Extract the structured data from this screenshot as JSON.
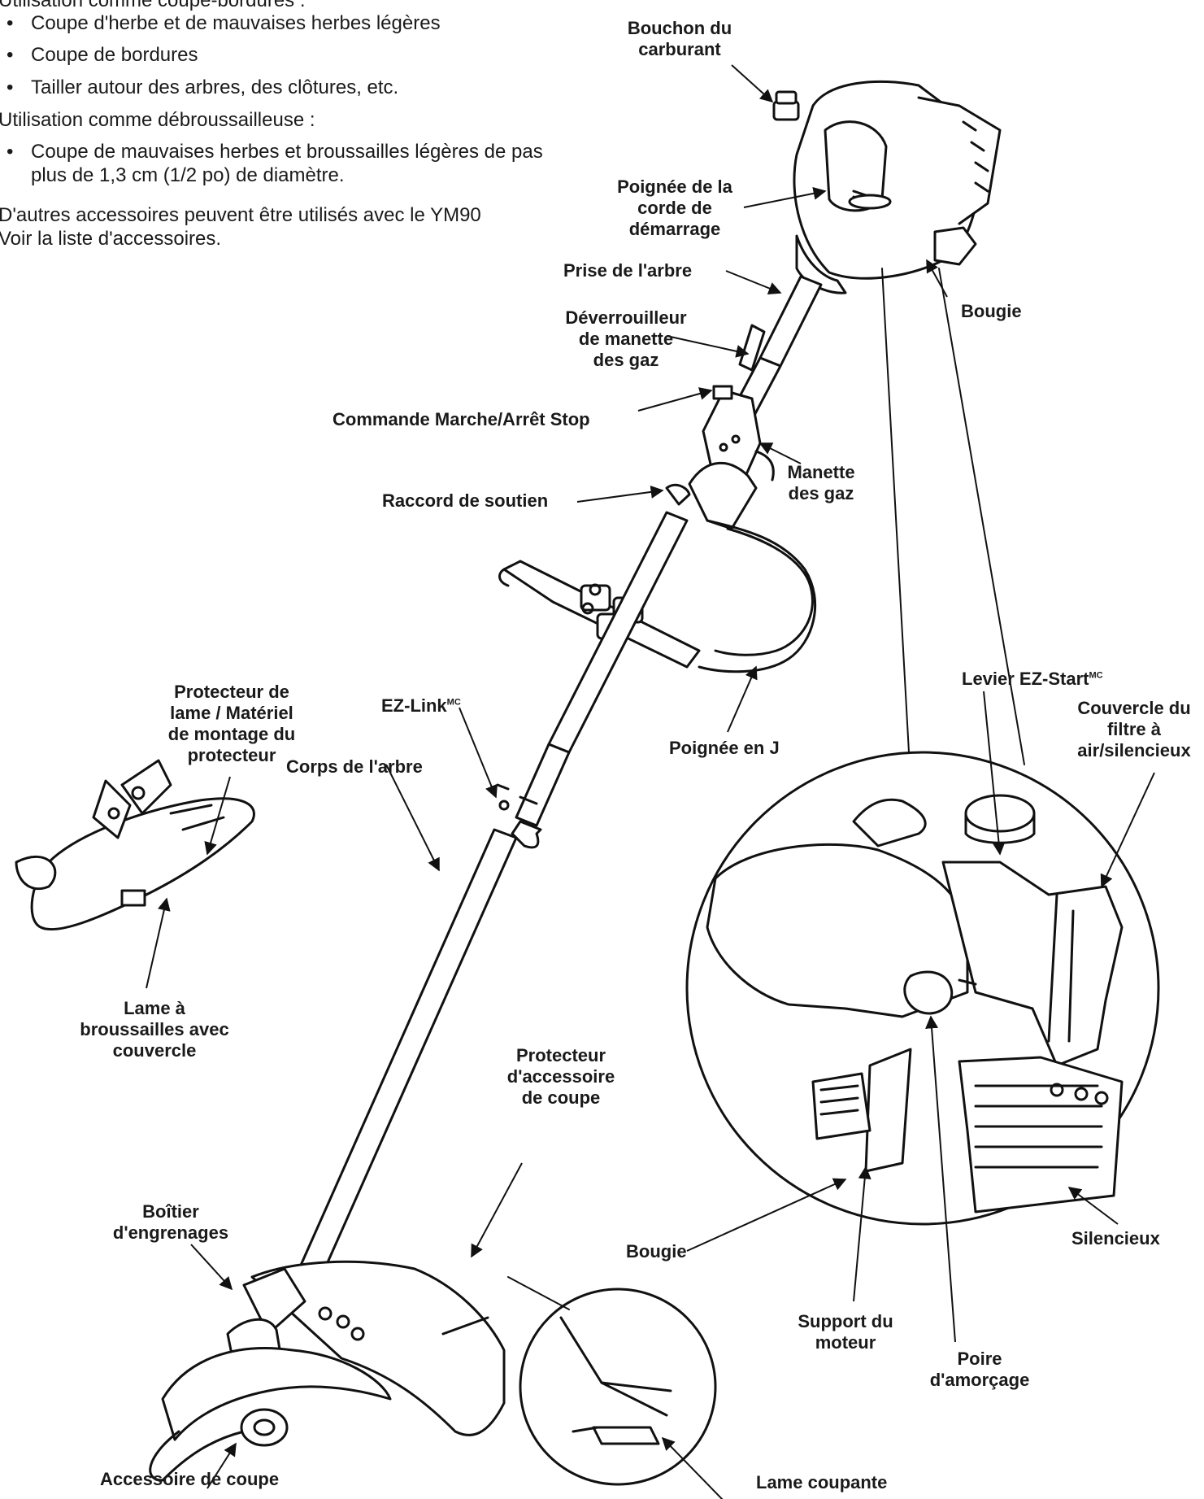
{
  "intro": {
    "trimmer_heading": "Utilisation comme coupe-bordures :",
    "trimmer_uses": [
      "Coupe d'herbe et de mauvaises herbes légères",
      "Coupe de bordures",
      "Tailler autour des arbres, des clôtures, etc."
    ],
    "brush_heading": "Utilisation comme débroussailleuse  :",
    "brush_uses": [
      "Coupe de mauvaises herbes et broussailles légères de pas plus de 1,3  cm (1/2 po) de diamètre."
    ],
    "accessories_line1": "D'autres accessoires peuvent être utilisés avec le YM90",
    "accessories_line2": "Voir la liste d'accessoires.",
    "bullet_glyph": "•"
  },
  "labels": {
    "fuel_cap": [
      "Bouchon du",
      "carburant"
    ],
    "starter_rope": [
      "Poignée de la",
      "corde de",
      "démarrage"
    ],
    "shaft_socket": "Prise de l'arbre",
    "spark_plug_top": "Bougie",
    "throttle_lockout": [
      "Déverrouilleur",
      "de manette",
      "des gaz"
    ],
    "on_off_switch": "Commande Marche/Arrêt Stop",
    "throttle": [
      "Manette",
      "des gaz"
    ],
    "support_fitting": "Raccord de soutien",
    "j_handle": "Poignée en J",
    "ez_link": "EZ-Link",
    "mc_mark": "MC",
    "shaft_body": "Corps de l'arbre",
    "blade_guard": [
      "Protecteur de",
      "lame / Matériel",
      "de montage du",
      "protecteur"
    ],
    "brush_blade": [
      "Lame à",
      "broussailles avec",
      "couvercle"
    ],
    "gear_box": [
      "Boîtier",
      "d'engrenages"
    ],
    "cutting_guard": [
      "Protecteur",
      "d'accessoire",
      "de coupe"
    ],
    "cutting_attachment": "Accessoire de coupe",
    "cutting_blade": "Lame coupante",
    "ez_start_lever": "Levier EZ-Start",
    "air_filter_cover": [
      "Couvercle du",
      "filtre à",
      "air/silencieux"
    ],
    "spark_plug_detail": "Bougie",
    "engine_mount": [
      "Support du",
      "moteur"
    ],
    "primer_bulb": [
      "Poire",
      "d'amorçage"
    ],
    "muffler": "Silencieux"
  }
}
